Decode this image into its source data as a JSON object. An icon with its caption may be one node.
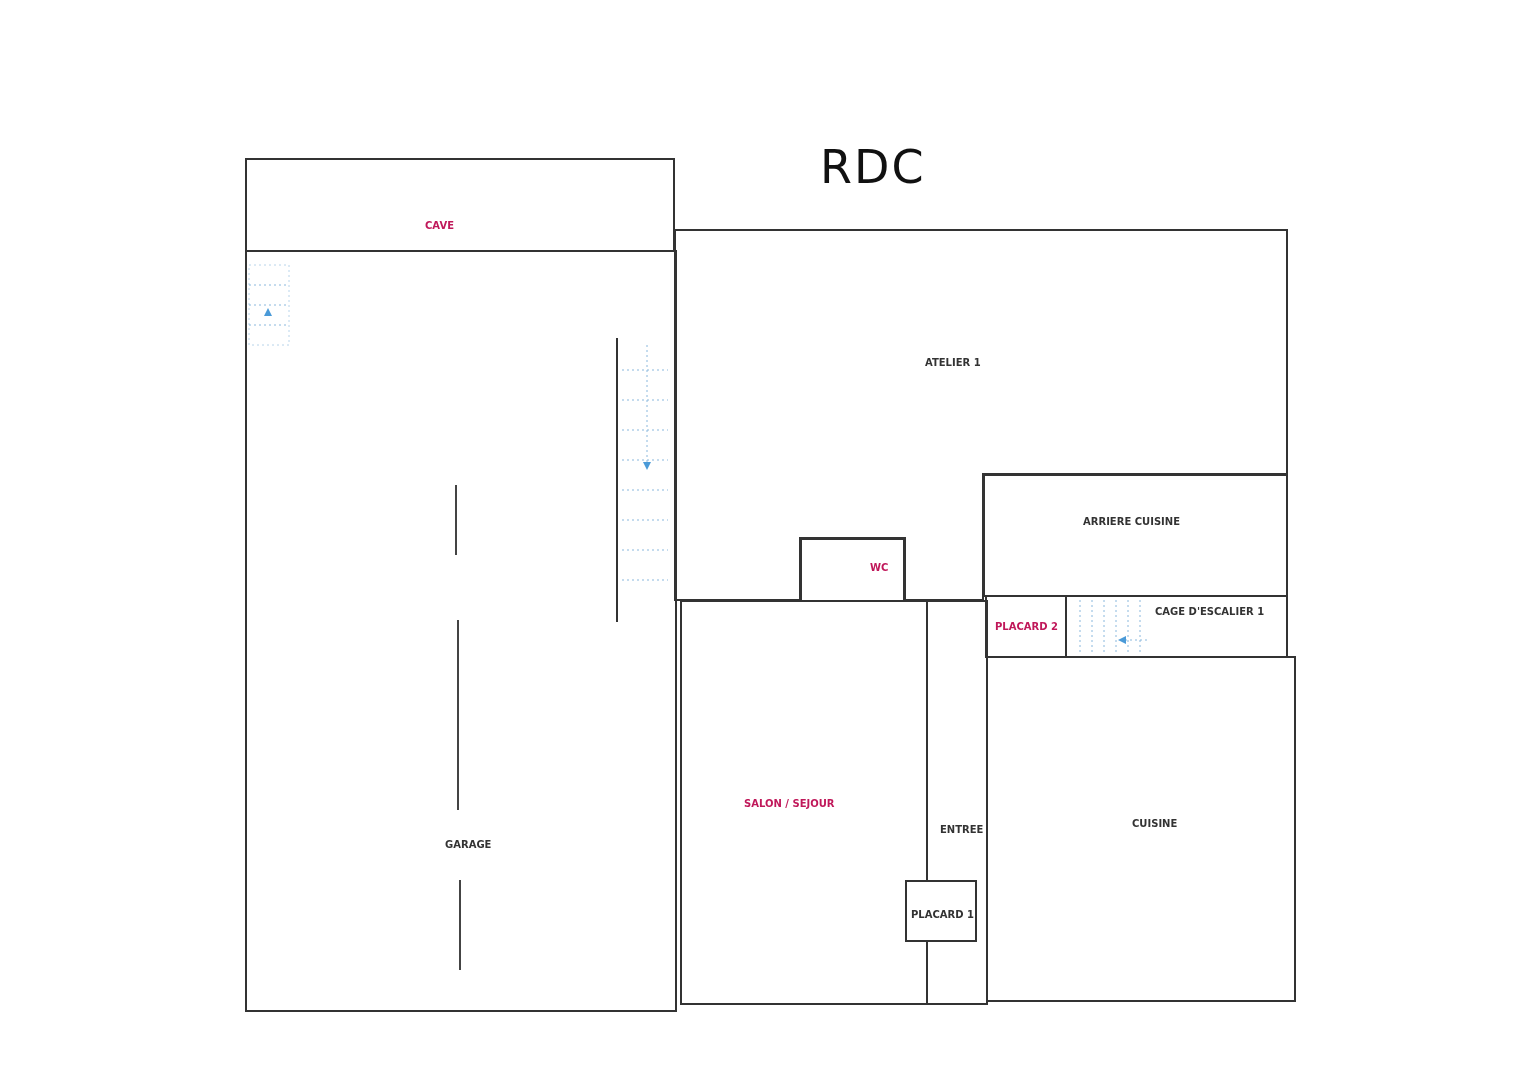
{
  "diagram": {
    "title": "RDC",
    "nodes": [
      {
        "text": [
          "CAVE"
        ]
      },
      {
        "text": [
          "ATELIER 1"
        ]
      },
      {
        "text": [
          "ARRIERE CUISINE"
        ]
      },
      {
        "text": [
          "WC"
        ]
      },
      {
        "text": [
          "CAGE D'ESCALIER 1"
        ]
      },
      {
        "text": [
          "PLACARD 2"
        ]
      },
      {
        "text": [
          "SALON / SEJOUR"
        ]
      },
      {
        "text": [
          "ENTREE"
        ]
      },
      {
        "text": [
          "CUISINE"
        ]
      },
      {
        "text": [
          "GARAGE"
        ]
      },
      {
        "text": [
          "PLACARD 1"
        ]
      }
    ]
  }
}
